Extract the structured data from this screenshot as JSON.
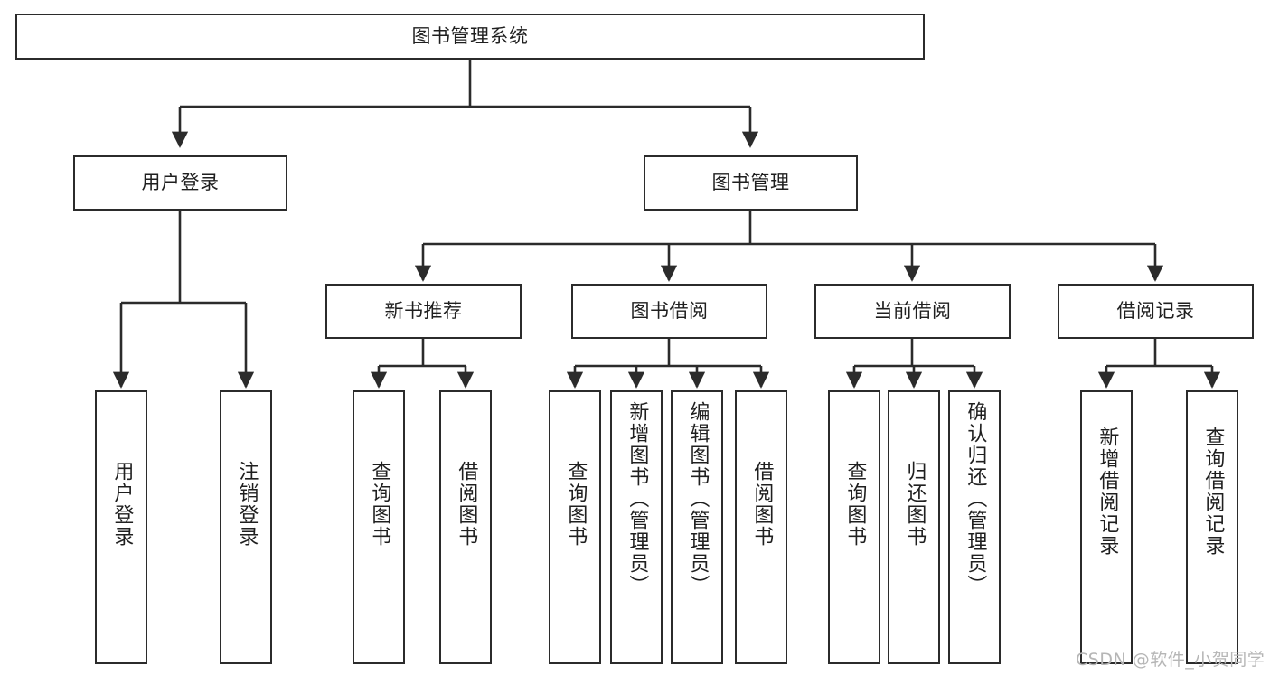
{
  "diagram": {
    "title": "图书管理系统",
    "type": "tree-hierarchy-chart",
    "background_color": "#ffffff",
    "line_color": "#2b2b2b",
    "text_color": "#1f1f1f"
  },
  "nodes": {
    "root": {
      "label": "图书管理系统"
    },
    "level2": [
      {
        "label": "用户登录"
      },
      {
        "label": "图书管理"
      }
    ],
    "level3": [
      {
        "label": "新书推荐"
      },
      {
        "label": "图书借阅"
      },
      {
        "label": "当前借阅"
      },
      {
        "label": "借阅记录"
      }
    ],
    "leaves": {
      "user_login": [
        {
          "label": "用户登录"
        },
        {
          "label": "注销登录"
        }
      ],
      "new_book_recommend": [
        {
          "label": "查询图书"
        },
        {
          "label": "借阅图书"
        }
      ],
      "book_borrow": [
        {
          "label": "查询图书"
        },
        {
          "label": "新增图书（管理员）"
        },
        {
          "label": "编辑图书（管理员）"
        },
        {
          "label": "借阅图书"
        }
      ],
      "current_borrow": [
        {
          "label": "查询图书"
        },
        {
          "label": "归还图书"
        },
        {
          "label": "确认归还（管理员）"
        }
      ],
      "borrow_record": [
        {
          "label": "新增借阅记录"
        },
        {
          "label": "查询借阅记录"
        }
      ]
    }
  },
  "watermark": {
    "text": "CSDN @软件_小贺同学"
  }
}
